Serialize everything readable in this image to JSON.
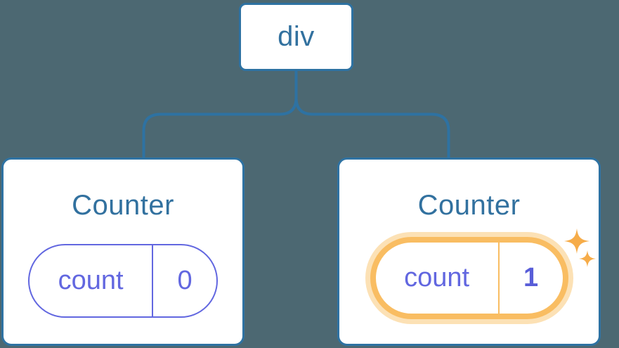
{
  "diagram": {
    "root_node": {
      "label": "div"
    },
    "children": [
      {
        "title": "Counter",
        "pill": {
          "key_label": "count",
          "value": "0"
        },
        "highlighted": false
      },
      {
        "title": "Counter",
        "pill": {
          "key_label": "count",
          "value": "1"
        },
        "highlighted": true
      }
    ]
  },
  "colors": {
    "background": "#4C6872",
    "node_border_blue": "#2E72A2",
    "node_text_blue": "#32719F",
    "state_indigo": "#6267E0",
    "highlight_orange": "#F9BD62",
    "highlight_halo": "#FCE1B5",
    "sparkle_orange": "#F6AC49"
  }
}
